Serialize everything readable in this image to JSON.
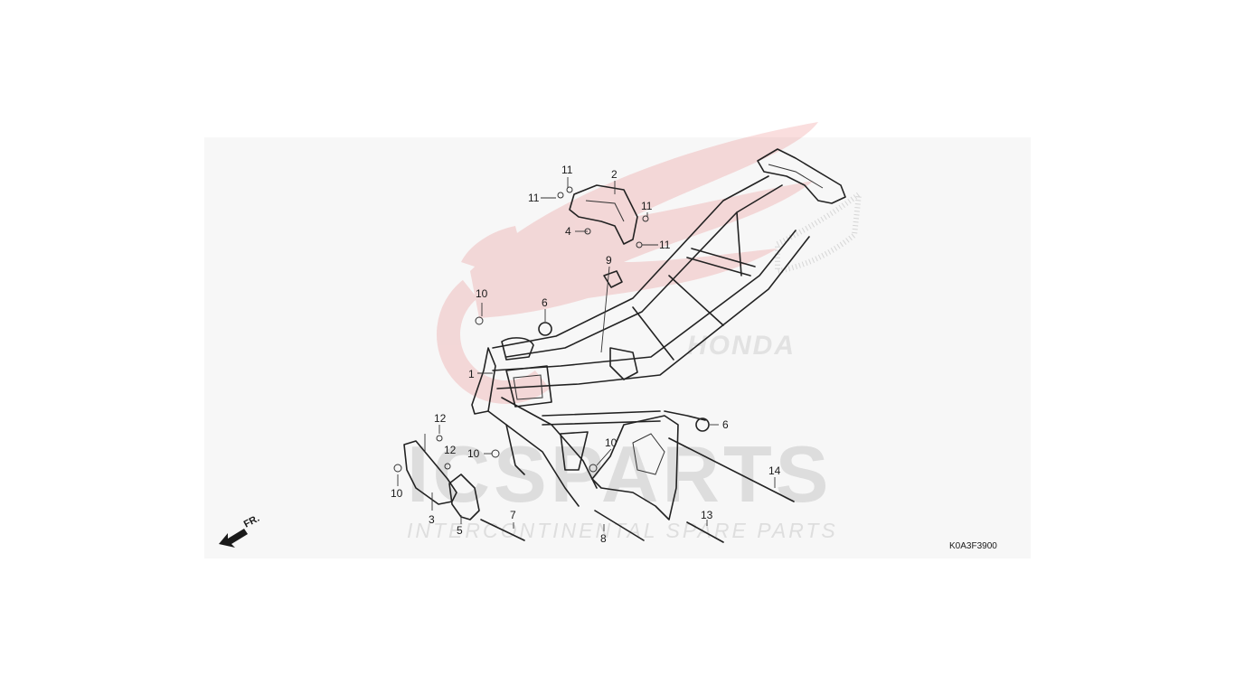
{
  "diagram_code": "K0A3F3900",
  "front_indicator": "FR.",
  "watermark": {
    "main_text": "ICSPARTS",
    "sub_text": "INTERCONTINENTAL SPARE PARTS",
    "brand_text": "HONDA",
    "colors": {
      "wing": "#e14a4a",
      "text": "#c8c8c8"
    }
  },
  "callouts": [
    "1",
    "2",
    "3",
    "4",
    "5",
    "6",
    "6",
    "7",
    "8",
    "9",
    "10",
    "10",
    "10",
    "10",
    "11",
    "11",
    "11",
    "11",
    "12",
    "12",
    "13",
    "14"
  ]
}
